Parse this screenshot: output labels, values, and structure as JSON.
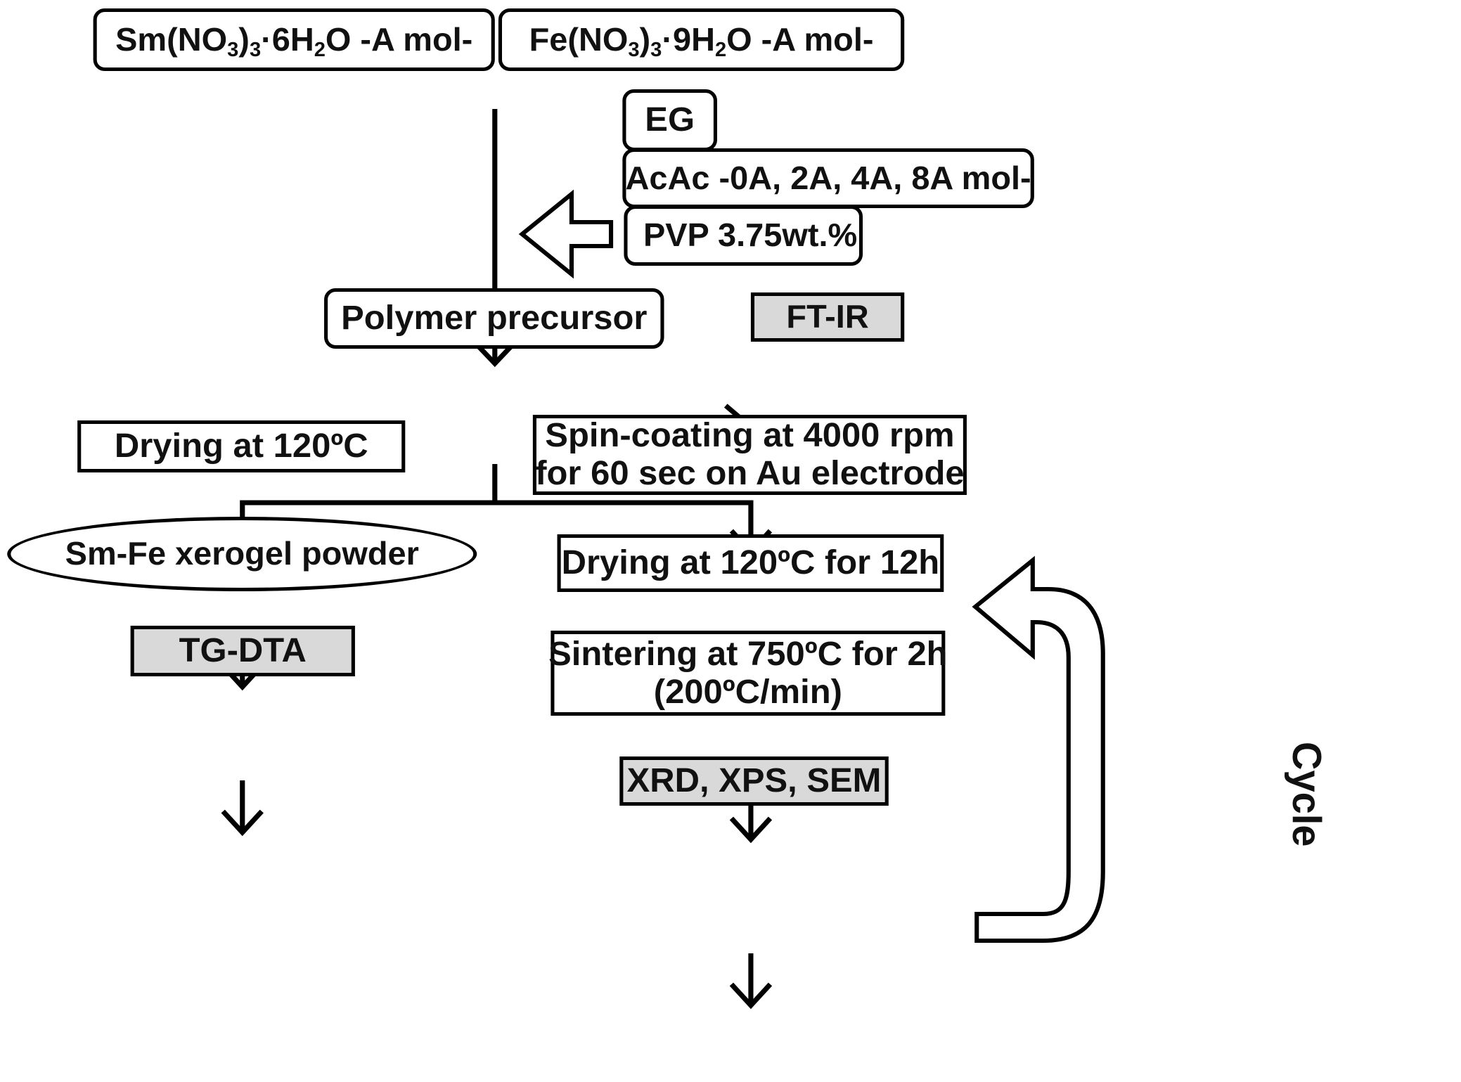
{
  "reactants": {
    "sm_nitrate": {
      "prefix": "Sm(NO",
      "sub1": "3",
      "mid": ")",
      "sub2": "3",
      "after": "·6H",
      "sub3": "2",
      "suffix": "O  -A mol-"
    },
    "fe_nitrate": {
      "prefix": "Fe(NO",
      "sub1": "3",
      "mid": ")",
      "sub2": "3",
      "after": "·9H",
      "sub3": "2",
      "suffix": "O -A mol-"
    }
  },
  "additives": {
    "eg": "EG",
    "acac": "AcAc -0A, 2A, 4A, 8A mol-",
    "pvp": "PVP 3.75wt.%"
  },
  "precursor": "Polymer precursor",
  "ftir": "FT-IR",
  "left_branch": {
    "drying": "Drying at 120ºC",
    "xerogel": "Sm-Fe xerogel powder",
    "analysis": "TG-DTA"
  },
  "right_branch": {
    "spin_line1": "Spin-coating at 4000 rpm",
    "spin_line2": "for 60 sec on Au electrode",
    "drying": "Drying at 120ºC for 12h",
    "sinter_line1": "Sintering at 750ºC for 2h",
    "sinter_line2": "(200ºC/min)",
    "analysis": "XRD, XPS, SEM"
  },
  "cycle": "Cycle",
  "colors": {
    "line": "#000000",
    "analysis_fill": "#d9d9d9",
    "box_fill": "#ffffff"
  }
}
